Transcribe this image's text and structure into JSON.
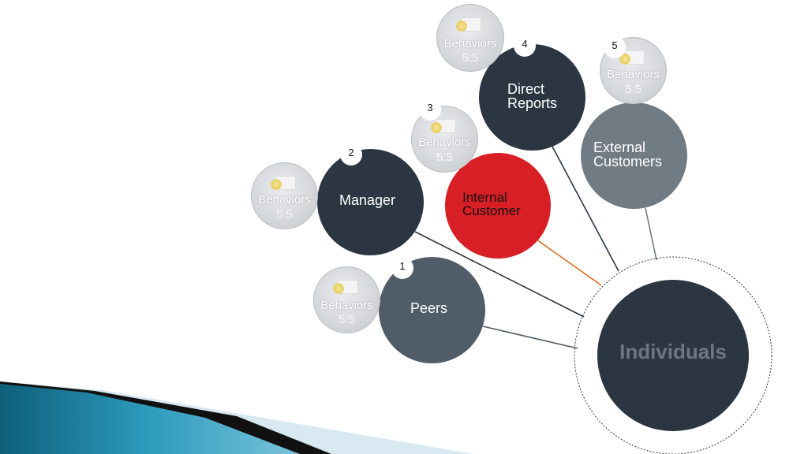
{
  "center": {
    "label": "Individuals"
  },
  "nodes": {
    "peers": {
      "label": "Peers",
      "number": "1"
    },
    "manager": {
      "label": "Manager",
      "number": "2"
    },
    "internal_customer": {
      "label": "Internal\nCustomer",
      "number": "3"
    },
    "direct_reports": {
      "label": "Direct\nReports",
      "number": "4"
    },
    "external_customers": {
      "label": "External\nCustomers",
      "number": "5"
    }
  },
  "behaviors": {
    "label": "Behaviors",
    "value": "5:5"
  },
  "colors": {
    "dark_navy": "#2c3642",
    "slate": "#505c67",
    "gray": "#717b83",
    "red": "#d91f26",
    "orange_line": "#e06a1b",
    "center_text": "#6e7780",
    "teal": "#1a7d9c"
  }
}
